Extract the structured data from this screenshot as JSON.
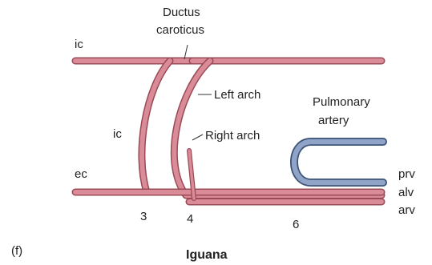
{
  "panel_letter": "(f)",
  "caption": "Iguana",
  "labels": {
    "ductus_line1": "Ductus",
    "ductus_line2": "caroticus",
    "ic_top": "ic",
    "ic_side": "ic",
    "ec": "ec",
    "left_arch": "Left arch",
    "right_arch": "Right arch",
    "pulmonary_line1": "Pulmonary",
    "pulmonary_line2": "artery",
    "prv": "prv",
    "alv": "alv",
    "arv": "arv",
    "arch_3": "3",
    "arch_4": "4",
    "arch_6": "6"
  },
  "colors": {
    "systemic_vessel": "#d98c98",
    "systemic_outline": "#9b4a55",
    "pulmonary_vessel": "#8fa4c6",
    "pulmonary_outline": "#3d5378"
  }
}
